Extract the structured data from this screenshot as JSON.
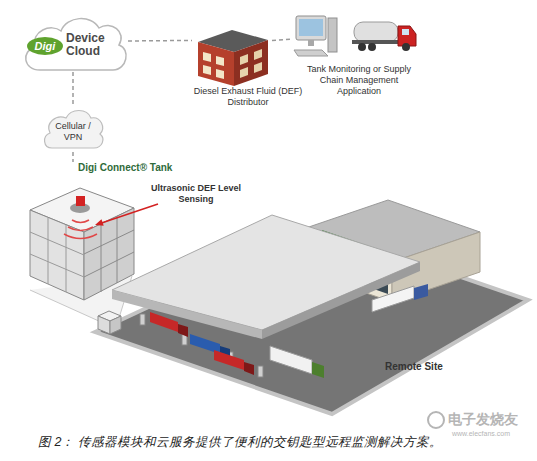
{
  "diagram": {
    "caption": "图 2： 传感器模块和云服务提供了便利的交钥匙型远程监测解决方案。",
    "nodes": [
      {
        "text": [
          "Digi",
          "Device Cloud"
        ]
      },
      {
        "text": [
          "Diesel Exhaust Fluid (DEF) Distributor"
        ]
      },
      {
        "text": [
          "Tank Monitoring or Supply Chain Management Application"
        ]
      },
      {
        "text": [
          "Cellular / VPN"
        ]
      },
      {
        "text": [
          "Digi Connect® Tank"
        ]
      }
    ],
    "edges": [
      {
        "from": 0,
        "to": 1,
        "arrow": "none"
      },
      {
        "from": 1,
        "to": 2,
        "arrow": "none"
      },
      {
        "from": 0,
        "to": 3,
        "arrow": "none"
      },
      {
        "from": 3,
        "to": 4,
        "arrow": "none"
      }
    ],
    "labels": [
      "Ultrasonic DEF Level Sensing",
      "Remote Site",
      "电子发烧友",
      "www.elecfans.com"
    ]
  }
}
